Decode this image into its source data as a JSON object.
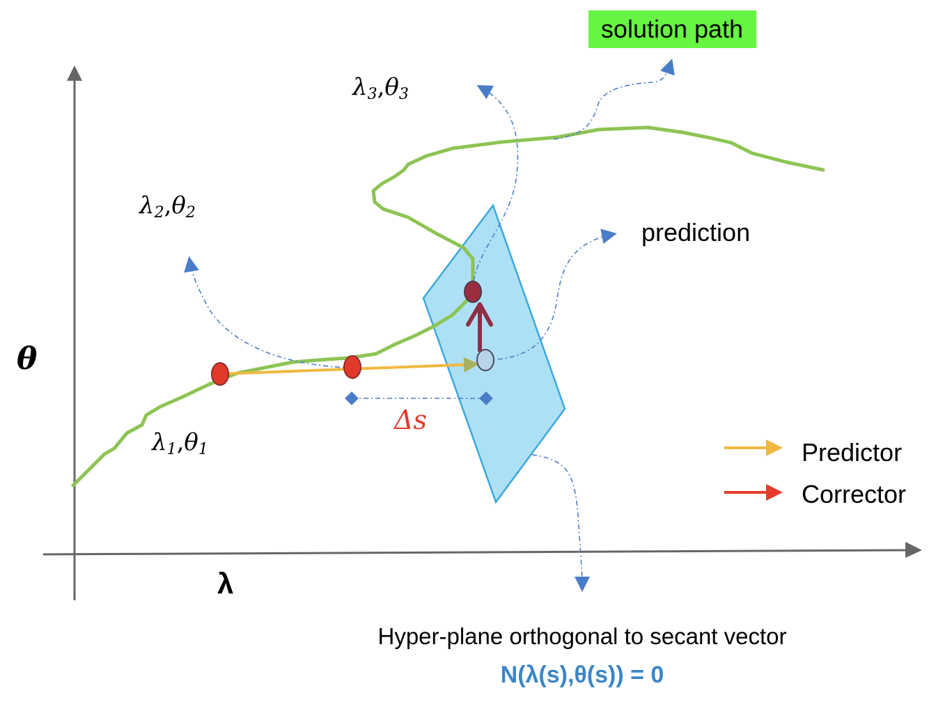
{
  "axes": {
    "y_label": "θ",
    "x_label": "λ"
  },
  "points": {
    "p1": {
      "lambda": "λ",
      "theta": "θ",
      "sub": "1"
    },
    "p2": {
      "lambda": "λ",
      "theta": "θ",
      "sub": "2"
    },
    "p3": {
      "lambda": "λ",
      "theta": "θ",
      "sub": "3"
    }
  },
  "callouts": {
    "solution_path": "solution path",
    "prediction": "prediction",
    "hyperplane": "Hyper-plane orthogonal to secant vector",
    "equation": "N(λ(s),θ(s)) = 0"
  },
  "step_label": "Δs",
  "legend": {
    "predictor": "Predictor",
    "corrector": "Corrector"
  },
  "colors": {
    "solution_path": "#8dc454",
    "label_highlight": "#66f542",
    "predictor_arrow": "#f0b840",
    "corrector_arrow": "#e63b2a",
    "corrector_step": "#8e2f44",
    "hyperplane_fill": "#aee0f5",
    "hyperplane_stroke": "#3aa8dd",
    "point_red": "#e23a2a",
    "point_dark": "#9b2d3f",
    "dotted_guides": "#4a7dc8",
    "step_label": "#e23a2a",
    "equation": "#3b86c7",
    "axes": "#666666"
  }
}
